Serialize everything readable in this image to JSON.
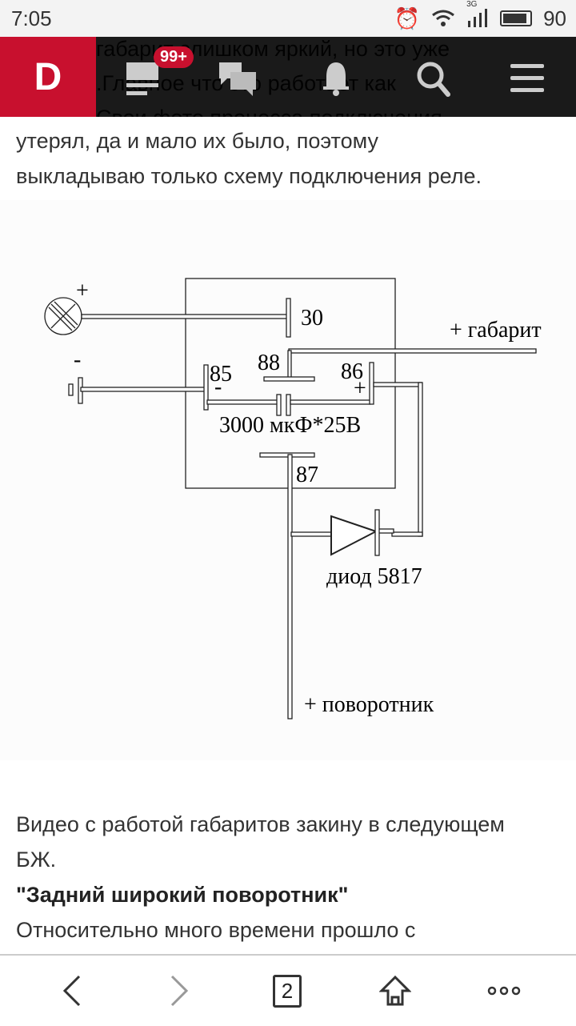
{
  "status_bar": {
    "time": "7:05",
    "network": "3G",
    "battery": "90",
    "battery_level": 0.9
  },
  "header": {
    "logo": "D",
    "badge": "99+",
    "ghost_lines": [
      "габарит слишком яркий, но это уже",
      ".Главное что это работает как",
      "Свои фото процесса подключения"
    ]
  },
  "article": {
    "para1": [
      "утерял, да и мало их было, поэтому",
      "выкладываю только схему подключения реле."
    ],
    "para2": [
      "Видео с работой габаритов закину в следующем",
      "БЖ."
    ],
    "heading": "\"Задний широкий поворотник\"",
    "para3": "Относительно много времени прошло с"
  },
  "diagram": {
    "lamp_plus": "+",
    "ground_minus": "-",
    "pin_30": "30",
    "pin_88": "88",
    "pin_85": "85",
    "pin_86": "86",
    "pin_87": "87",
    "minus": "-",
    "plus": "+",
    "capacitor": "3000 мкФ*25В",
    "gabarit": "+ габарит",
    "diode": "диод 5817",
    "turn": "+ поворотник"
  },
  "bottom_nav": {
    "tabs_count": "2"
  }
}
